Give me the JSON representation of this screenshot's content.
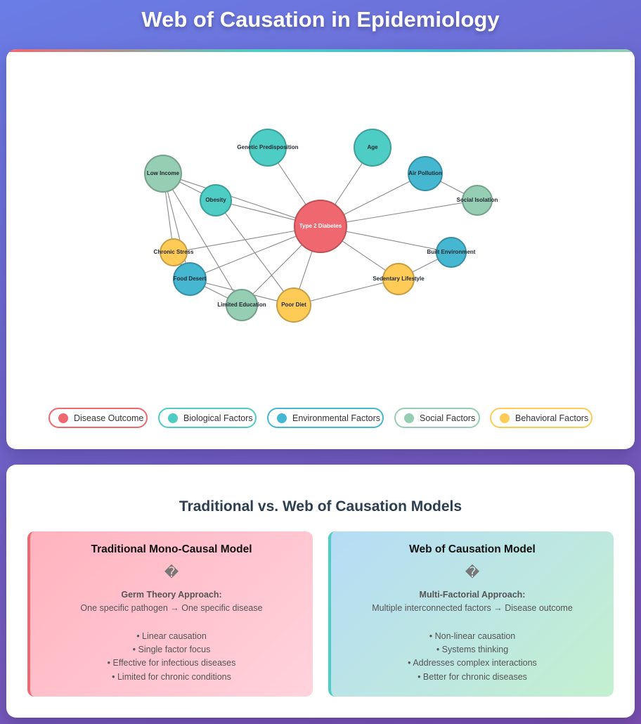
{
  "page": {
    "title": "Web of Causation in Epidemiology"
  },
  "diagram": {
    "nodes": [
      {
        "id": "diabetes",
        "label": "Type 2 Diabetes",
        "category": "outcome"
      },
      {
        "id": "genetic",
        "label": "Genetic Predisposition",
        "category": "biological"
      },
      {
        "id": "age",
        "label": "Age",
        "category": "biological"
      },
      {
        "id": "obesity",
        "label": "Obesity",
        "category": "biological"
      },
      {
        "id": "income",
        "label": "Low Income",
        "category": "social"
      },
      {
        "id": "airpollution",
        "label": "Air Pollution",
        "category": "environmental"
      },
      {
        "id": "isolation",
        "label": "Social Isolation",
        "category": "social"
      },
      {
        "id": "stress",
        "label": "Chronic Stress",
        "category": "behavioral"
      },
      {
        "id": "built",
        "label": "Built Environment",
        "category": "environmental"
      },
      {
        "id": "fooddesert",
        "label": "Food Desert",
        "category": "environmental"
      },
      {
        "id": "sedentary",
        "label": "Sedentary Lifestyle",
        "category": "behavioral"
      },
      {
        "id": "education",
        "label": "Limited Education",
        "category": "social"
      },
      {
        "id": "diet",
        "label": "Poor Diet",
        "category": "behavioral"
      }
    ],
    "links": [
      [
        "genetic",
        "diabetes"
      ],
      [
        "age",
        "diabetes"
      ],
      [
        "obesity",
        "diabetes"
      ],
      [
        "income",
        "diabetes"
      ],
      [
        "airpollution",
        "diabetes"
      ],
      [
        "isolation",
        "diabetes"
      ],
      [
        "stress",
        "diabetes"
      ],
      [
        "built",
        "diabetes"
      ],
      [
        "fooddesert",
        "diabetes"
      ],
      [
        "sedentary",
        "diabetes"
      ],
      [
        "education",
        "diabetes"
      ],
      [
        "diet",
        "diabetes"
      ],
      [
        "income",
        "obesity"
      ],
      [
        "income",
        "stress"
      ],
      [
        "income",
        "fooddesert"
      ],
      [
        "income",
        "education"
      ],
      [
        "obesity",
        "diet"
      ],
      [
        "airpollution",
        "isolation"
      ],
      [
        "built",
        "sedentary"
      ],
      [
        "fooddesert",
        "diet"
      ],
      [
        "stress",
        "fooddesert"
      ],
      [
        "sedentary",
        "diet"
      ],
      [
        "fooddesert",
        "education"
      ]
    ]
  },
  "legend": [
    {
      "label": "Disease Outcome",
      "color": "#f0686f",
      "border": "#f0686f"
    },
    {
      "label": "Biological Factors",
      "color": "#4ecdc4",
      "border": "#4ecdc4"
    },
    {
      "label": "Environmental Factors",
      "color": "#45b7d1",
      "border": "#45b7d1"
    },
    {
      "label": "Social Factors",
      "color": "#96ceb4",
      "border": "#96ceb4"
    },
    {
      "label": "Behavioral Factors",
      "color": "#fecb57",
      "border": "#fecb57"
    }
  ],
  "colors": {
    "outcome": "#f0686f",
    "biological": "#4ecdc4",
    "environmental": "#45b7d1",
    "social": "#96ceb4",
    "behavioral": "#fecb57",
    "link": "#8a8a8a"
  },
  "comparison": {
    "title": "Traditional vs. Web of Causation Models",
    "traditional": {
      "title": "Traditional Mono-Causal Model",
      "icon": "�",
      "approach": "Germ Theory Approach:",
      "description": "One specific pathogen → One specific disease",
      "points": [
        "• Linear causation",
        "• Single factor focus",
        "• Effective for infectious diseases",
        "• Limited for chronic conditions"
      ]
    },
    "web": {
      "title": "Web of Causation Model",
      "icon": "�",
      "approach": "Multi-Factorial Approach:",
      "description": "Multiple interconnected factors → Disease outcome",
      "points": [
        "• Non-linear causation",
        "• Systems thinking",
        "• Addresses complex interactions",
        "• Better for chronic diseases"
      ]
    }
  }
}
